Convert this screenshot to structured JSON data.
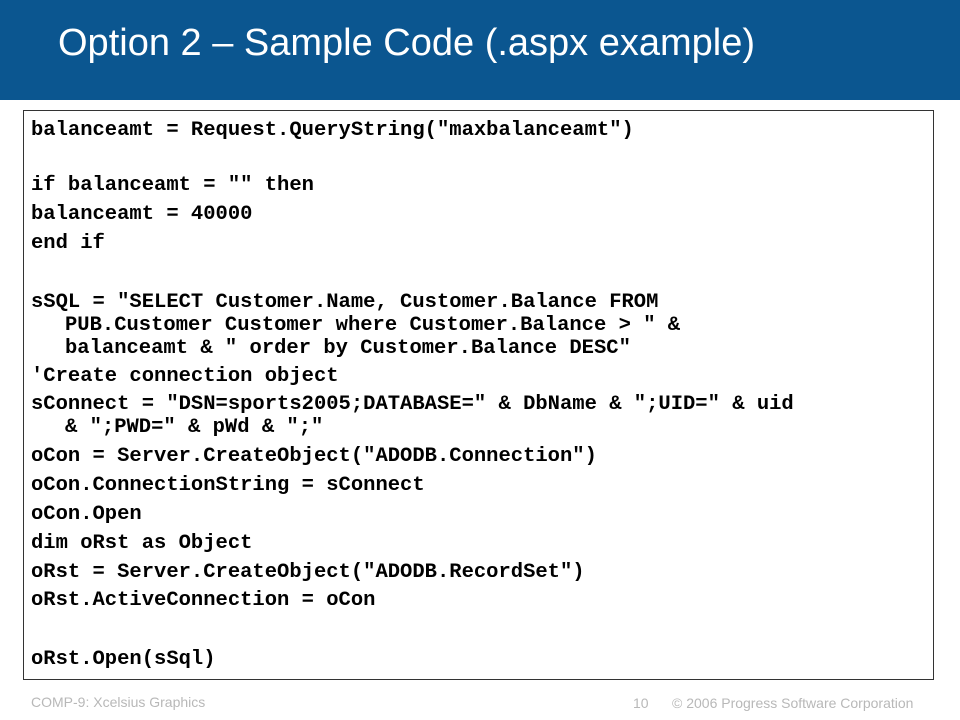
{
  "slide": {
    "title": "Option 2 – Sample Code (.aspx example)",
    "code_lines": [
      "balanceamt = Request.QueryString(\"maxbalanceamt\")",
      "if balanceamt = \"\" then",
      "balanceamt = 40000",
      "end if",
      "sSQL = \"SELECT Customer.Name, Customer.Balance FROM",
      "PUB.Customer Customer where Customer.Balance > \" &",
      "balanceamt & \" order by Customer.Balance DESC\"",
      "'Create connection object",
      "sConnect = \"DSN=sports2005;DATABASE=\" & DbName & \";UID=\" & uid",
      "& \";PWD=\" & pWd & \";\"",
      "oCon = Server.CreateObject(\"ADODB.Connection\")",
      "oCon.ConnectionString = sConnect",
      "oCon.Open",
      "dim oRst as Object",
      "oRst = Server.CreateObject(\"ADODB.RecordSet\")",
      "oRst.ActiveConnection = oCon",
      "oRst.Open(sSql)"
    ]
  },
  "footer": {
    "left": "COMP-9: Xcelsius Graphics",
    "page_number": "10",
    "copyright": "© 2006 Progress Software Corporation"
  },
  "colors": {
    "title_bar": "#0b5690",
    "title_text": "#ffffff",
    "footer_text": "#b8b8b8"
  }
}
